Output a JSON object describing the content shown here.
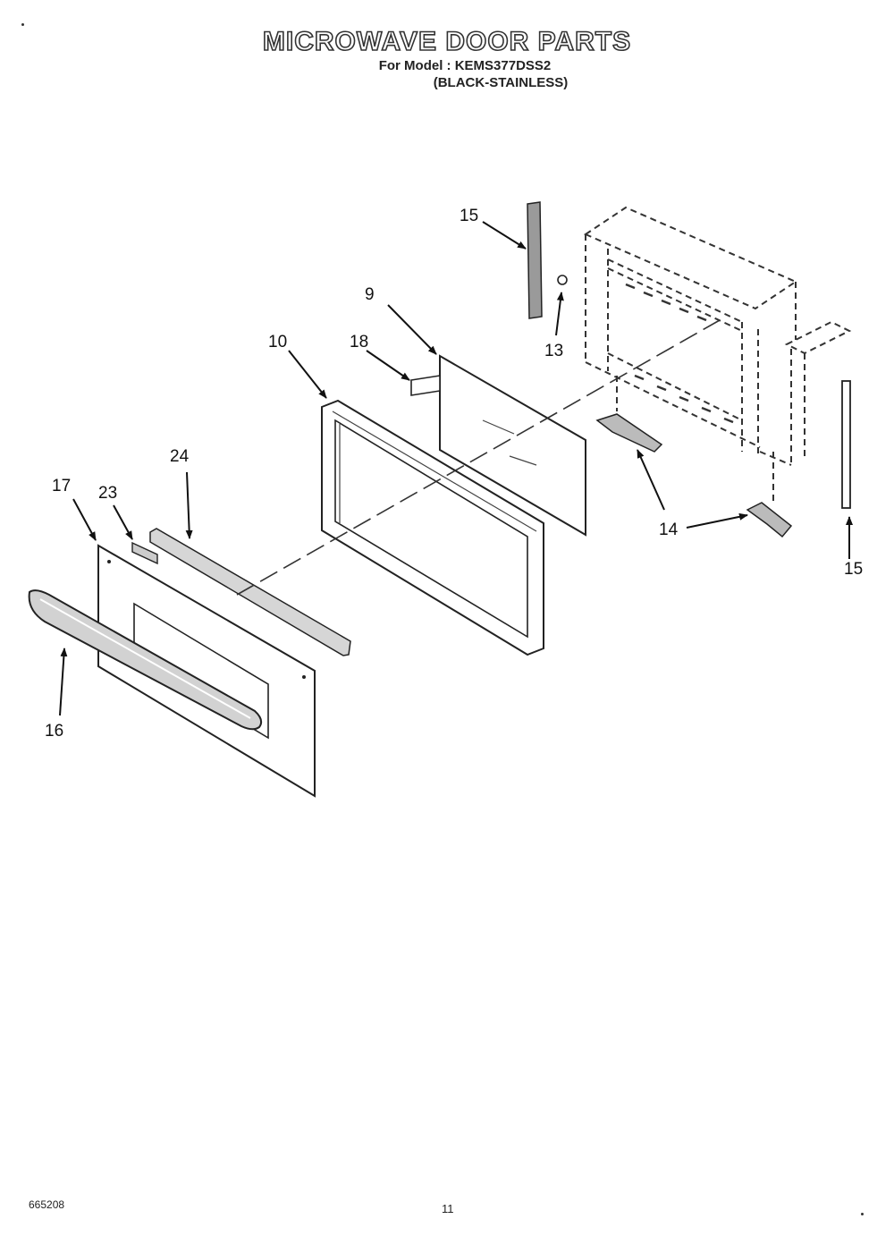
{
  "header": {
    "title": "MICROWAVE DOOR PARTS",
    "model_line": "For Model : KEMS377DSS2",
    "color_line": "(BLACK-STAINLESS)"
  },
  "callouts": {
    "c9": "9",
    "c10": "10",
    "c13": "13",
    "c14": "14",
    "c15a": "15",
    "c15b": "15",
    "c16": "16",
    "c17": "17",
    "c18": "18",
    "c23": "23",
    "c24": "24"
  },
  "footer": {
    "doc_number": "665208",
    "page_number": "11"
  }
}
